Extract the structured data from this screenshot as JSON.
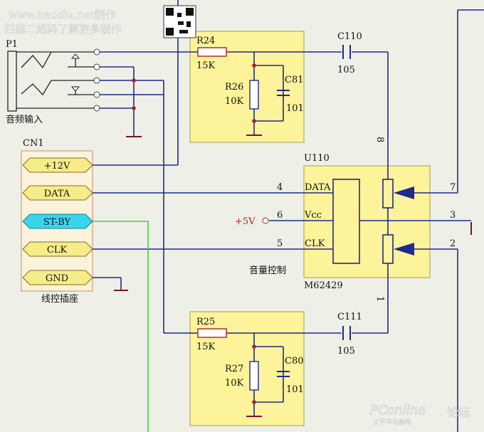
{
  "watermark": {
    "line1": "www.baodiu.net制作",
    "line2": "扫描二维码了解更多制作",
    "logo_text": "PConline",
    "logo_sub": "太平洋电脑网",
    "logo_forum": "论坛"
  },
  "labels": {
    "p1": "P1",
    "audio_input": "音频输入",
    "cn1": "CN1",
    "line_socket": "线控插座",
    "r24": "R24",
    "r24_val": "15K",
    "r26": "R26",
    "r26_val": "10K",
    "c81": "C81",
    "c81_val": "101",
    "c110": "C110",
    "c110_val": "105",
    "r25": "R25",
    "r25_val": "15K",
    "r27": "R27",
    "r27_val": "10K",
    "c80": "C80",
    "c80_val": "101",
    "c111": "C111",
    "c111_val": "105",
    "u110": "U110",
    "u110_part": "M62429",
    "volume_ctrl": "音量控制",
    "pin_data": "DATA",
    "pin_vcc": "Vcc",
    "pin_clk": "CLK",
    "pin4": "4",
    "pin6": "6",
    "pin5": "5",
    "pin8": "8",
    "pin1": "1",
    "pin7": "7",
    "pin3": "3",
    "pin2": "2",
    "plus5v": "+5V"
  },
  "connector": {
    "pins": [
      "+12V",
      "DATA",
      "ST-BY",
      "CLK",
      "GND"
    ],
    "highlight": "ST-BY"
  },
  "colors": {
    "background": "#eef0e8",
    "component_box": "#fdf39a",
    "wire": "#1f2a8c",
    "standby_wire": "#3ecf3e",
    "standby_fill": "#37d6ee",
    "connector_fill": "#f6ec8a",
    "resistor_mark": "#b0201a",
    "ground": "#7a1515"
  }
}
